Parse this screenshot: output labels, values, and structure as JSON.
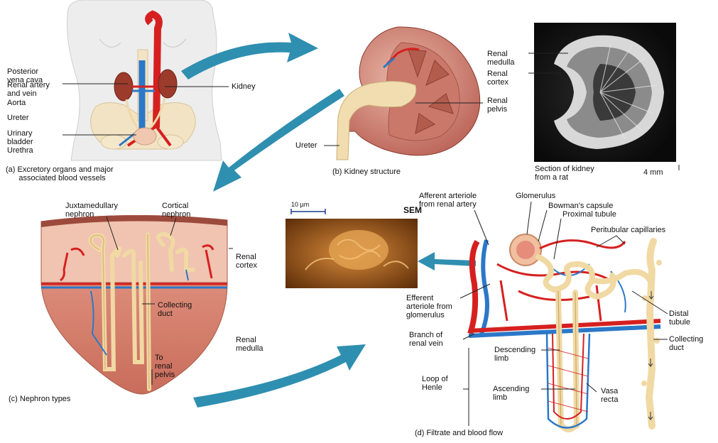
{
  "panel_a": {
    "labels": {
      "posterior_vena_cava": "Posterior\nvena cava",
      "renal_artery_vein": "Renal artery\nand vein",
      "aorta": "Aorta",
      "ureter": "Ureter",
      "urinary_bladder": "Urinary\nbladder",
      "urethra": "Urethra",
      "kidney": "Kidney"
    },
    "caption": "(a) Excretory organs and major\n      associated blood vessels"
  },
  "panel_b": {
    "labels": {
      "renal_medulla": "Renal\nmedulla",
      "renal_cortex": "Renal\ncortex",
      "renal_pelvis": "Renal\npelvis",
      "ureter": "Ureter"
    },
    "caption": "(b) Kidney structure",
    "micrograph_caption": "Section of kidney\nfrom a rat",
    "scale": "4 mm"
  },
  "panel_c": {
    "labels": {
      "juxtamedullary_nephron": "Juxtamedullary\nnephron",
      "cortical_nephron": "Cortical\nnephron",
      "renal_cortex": "Renal\ncortex",
      "collecting_duct": "Collecting\nduct",
      "to_renal_pelvis": "To\nrenal\npelvis",
      "renal_medulla": "Renal\nmedulla"
    },
    "caption": "(c) Nephron types"
  },
  "sem": {
    "scale": "10 µm",
    "label": "SEM"
  },
  "panel_d": {
    "labels": {
      "afferent_arteriole": "Afferent arteriole\nfrom renal artery",
      "glomerulus": "Glomerulus",
      "bowmans_capsule": "Bowman's capsule",
      "proximal_tubule": "Proximal tubule",
      "peritubular_capillaries": "Peritubular capillaries",
      "efferent_arteriole": "Efferent\narteriole from\nglomerulus",
      "distal_tubule": "Distal\ntubule",
      "branch_renal_vein": "Branch of\nrenal vein",
      "collecting_duct": "Collecting\nduct",
      "descending_limb": "Descending\nlimb",
      "loop_of_henle": "Loop of\nHenle",
      "ascending_limb": "Ascending\nlimb",
      "vasa_recta": "Vasa\nrecta"
    },
    "caption": "(d) Filtrate and blood flow"
  },
  "colors": {
    "arrow": "#2f8fb0",
    "artery": "#d62020",
    "vein": "#2b78c8",
    "tubule": "#f1d9a4",
    "cortex": "#e8a892",
    "medulla": "#d87f6c",
    "sem_bg": "#8a4a14"
  }
}
